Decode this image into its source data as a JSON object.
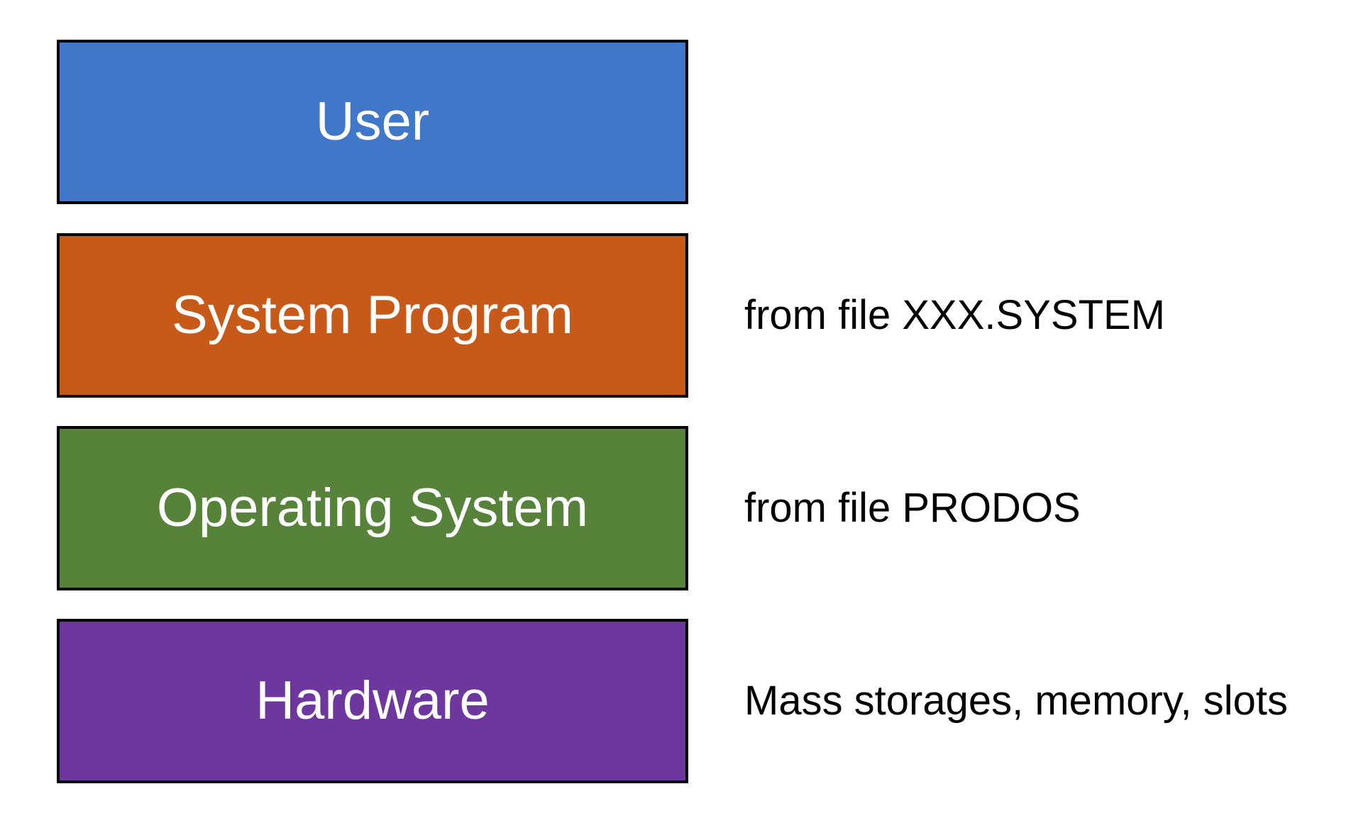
{
  "layers": [
    {
      "label": "User",
      "color": "#4177C8",
      "note": ""
    },
    {
      "label": "System Program",
      "color": "#C85A19",
      "note": "from file XXX.SYSTEM"
    },
    {
      "label": "Operating System",
      "color": "#568339",
      "note": "from file PRODOS"
    },
    {
      "label": "Hardware",
      "color": "#6D379E",
      "note": "Mass storages, memory, slots"
    }
  ]
}
